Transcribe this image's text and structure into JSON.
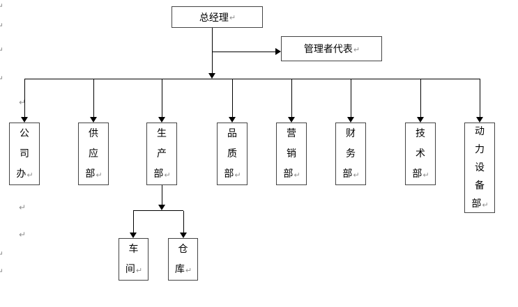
{
  "formatting_mark": "↵",
  "org_chart": {
    "root": {
      "label": "总经理"
    },
    "management_rep": {
      "label": "管理者代表"
    },
    "departments": [
      {
        "label": "公司办"
      },
      {
        "label": "供应部"
      },
      {
        "label": "生产部"
      },
      {
        "label": "品质部"
      },
      {
        "label": "营销部"
      },
      {
        "label": "财务部"
      },
      {
        "label": "技术部"
      },
      {
        "label": "动力设备部"
      }
    ],
    "production_children": [
      {
        "label": "车间"
      },
      {
        "label": "仓库"
      }
    ]
  },
  "colors": {
    "background": "#ffffff",
    "connector_line": "#000000",
    "box_border": "#434343",
    "text": "#000000",
    "formatting_mark": "#909090"
  }
}
